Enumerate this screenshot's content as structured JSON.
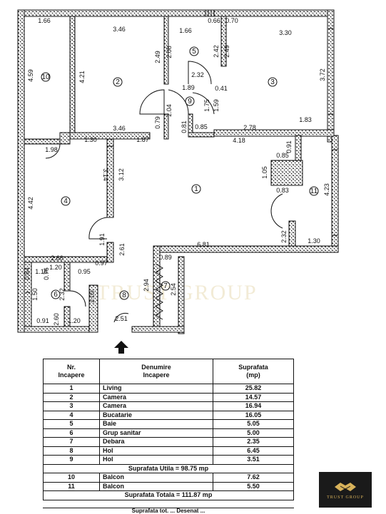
{
  "watermark": "TRUST GROUP",
  "rooms": [
    "1",
    "2",
    "3",
    "4",
    "5",
    "6",
    "7",
    "8",
    "9",
    "10",
    "11"
  ],
  "dims": {
    "r10_top": "1.66",
    "r2_top": "3.46",
    "r5_top": "1.66",
    "a066": "0.66",
    "a070": "0.70",
    "r3_top": "3.30",
    "r10_left": "4.59",
    "r2_left": "4.21",
    "a249": "2.49",
    "a208": "2.08",
    "a242": "2.42",
    "a249b": "2.49",
    "r3_right": "3.72",
    "a232": "2.32",
    "a189": "1.89",
    "a041": "0.41",
    "a204": "2.04",
    "a175": "1.75",
    "a159": "1.59",
    "a079": "0.79",
    "a081": "0.81",
    "a085": "0.85",
    "a346b": "3.46",
    "a278": "2.78",
    "a183": "1.83",
    "a130": "1.30",
    "a187": "1.87",
    "a418": "4.18",
    "a198": "1.98",
    "a314": "3.14",
    "a312": "3.12",
    "a085b": "0.85",
    "a091": "0.91",
    "a105": "1.05",
    "a083": "0.83",
    "a423": "4.23",
    "a442": "4.42",
    "a232b": "2.32",
    "a191": "1.91",
    "a681": "6.81",
    "a130b": "1.30",
    "a260": "2.60",
    "a261": "2.61",
    "a089": "0.89",
    "a097": "0.97",
    "a115": "1.15",
    "a120": "1.20",
    "a076": "0.76",
    "a084": "0.84",
    "a095": "0.95",
    "a294": "2.94",
    "a254": "2.54",
    "a150": "1.50",
    "a232c": "2.32",
    "a209": "2.09",
    "a260b": "2.60",
    "a091b": "0.91",
    "a120b": "1.20",
    "a251": "2.51"
  },
  "table": {
    "headers": [
      "Nr.\nIncapere",
      "Denumire\nIncapere",
      "Suprafata\n(mp)"
    ],
    "rows": [
      {
        "nr": "1",
        "name": "Living",
        "area": "25.82"
      },
      {
        "nr": "2",
        "name": "Camera",
        "area": "14.57"
      },
      {
        "nr": "3",
        "name": "Camera",
        "area": "16.94"
      },
      {
        "nr": "4",
        "name": "Bucatarie",
        "area": "16.05"
      },
      {
        "nr": "5",
        "name": "Baie",
        "area": "5.05"
      },
      {
        "nr": "6",
        "name": "Grup  sanitar",
        "area": "5.00"
      },
      {
        "nr": "7",
        "name": "Debara",
        "area": "2.35"
      },
      {
        "nr": "8",
        "name": "Hol",
        "area": "6.45"
      },
      {
        "nr": "9",
        "name": "Hol",
        "area": "3.51"
      }
    ],
    "sum_utila": "Suprafata Utila  =  98.75  mp",
    "balcony_rows": [
      {
        "nr": "10",
        "name": "Balcon",
        "area": "7.62"
      },
      {
        "nr": "11",
        "name": "Balcon",
        "area": "5.50"
      }
    ],
    "sum_totala": "Suprafata Totala  =  111.87  mp",
    "footer": "Suprafata tot. ... Desenat ..."
  },
  "logo_text": "TRUST GROUP"
}
